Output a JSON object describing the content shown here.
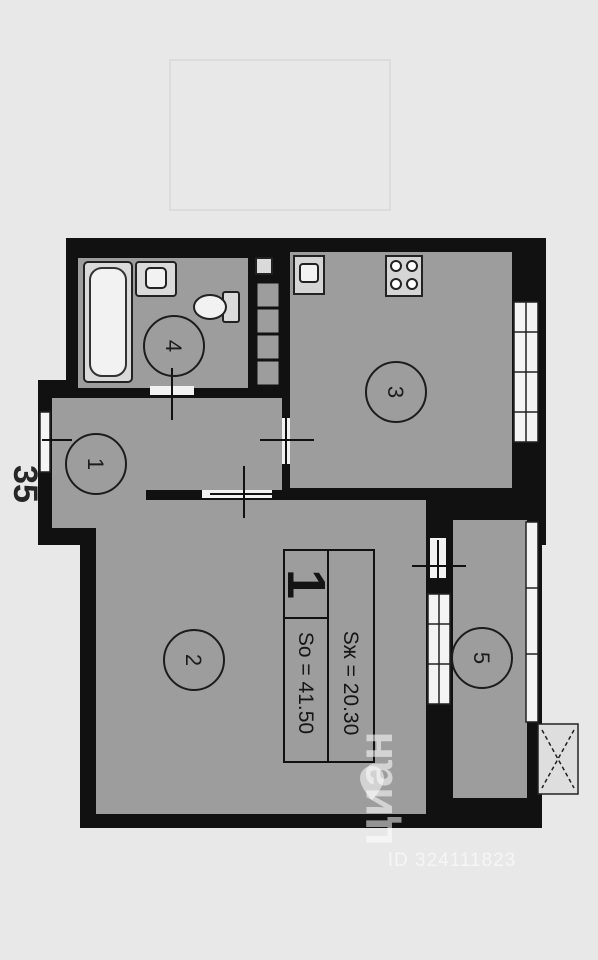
{
  "plan": {
    "dimension_label": "35",
    "room_count_label": "1",
    "living_area": "Sж = 20.30",
    "total_area": "So = 41.50",
    "rooms": [
      {
        "number": "1"
      },
      {
        "number": "2"
      },
      {
        "number": "3"
      },
      {
        "number": "4"
      },
      {
        "number": "5"
      }
    ]
  },
  "watermark": {
    "brand": "циан",
    "listing_id": "ID 324111823"
  }
}
